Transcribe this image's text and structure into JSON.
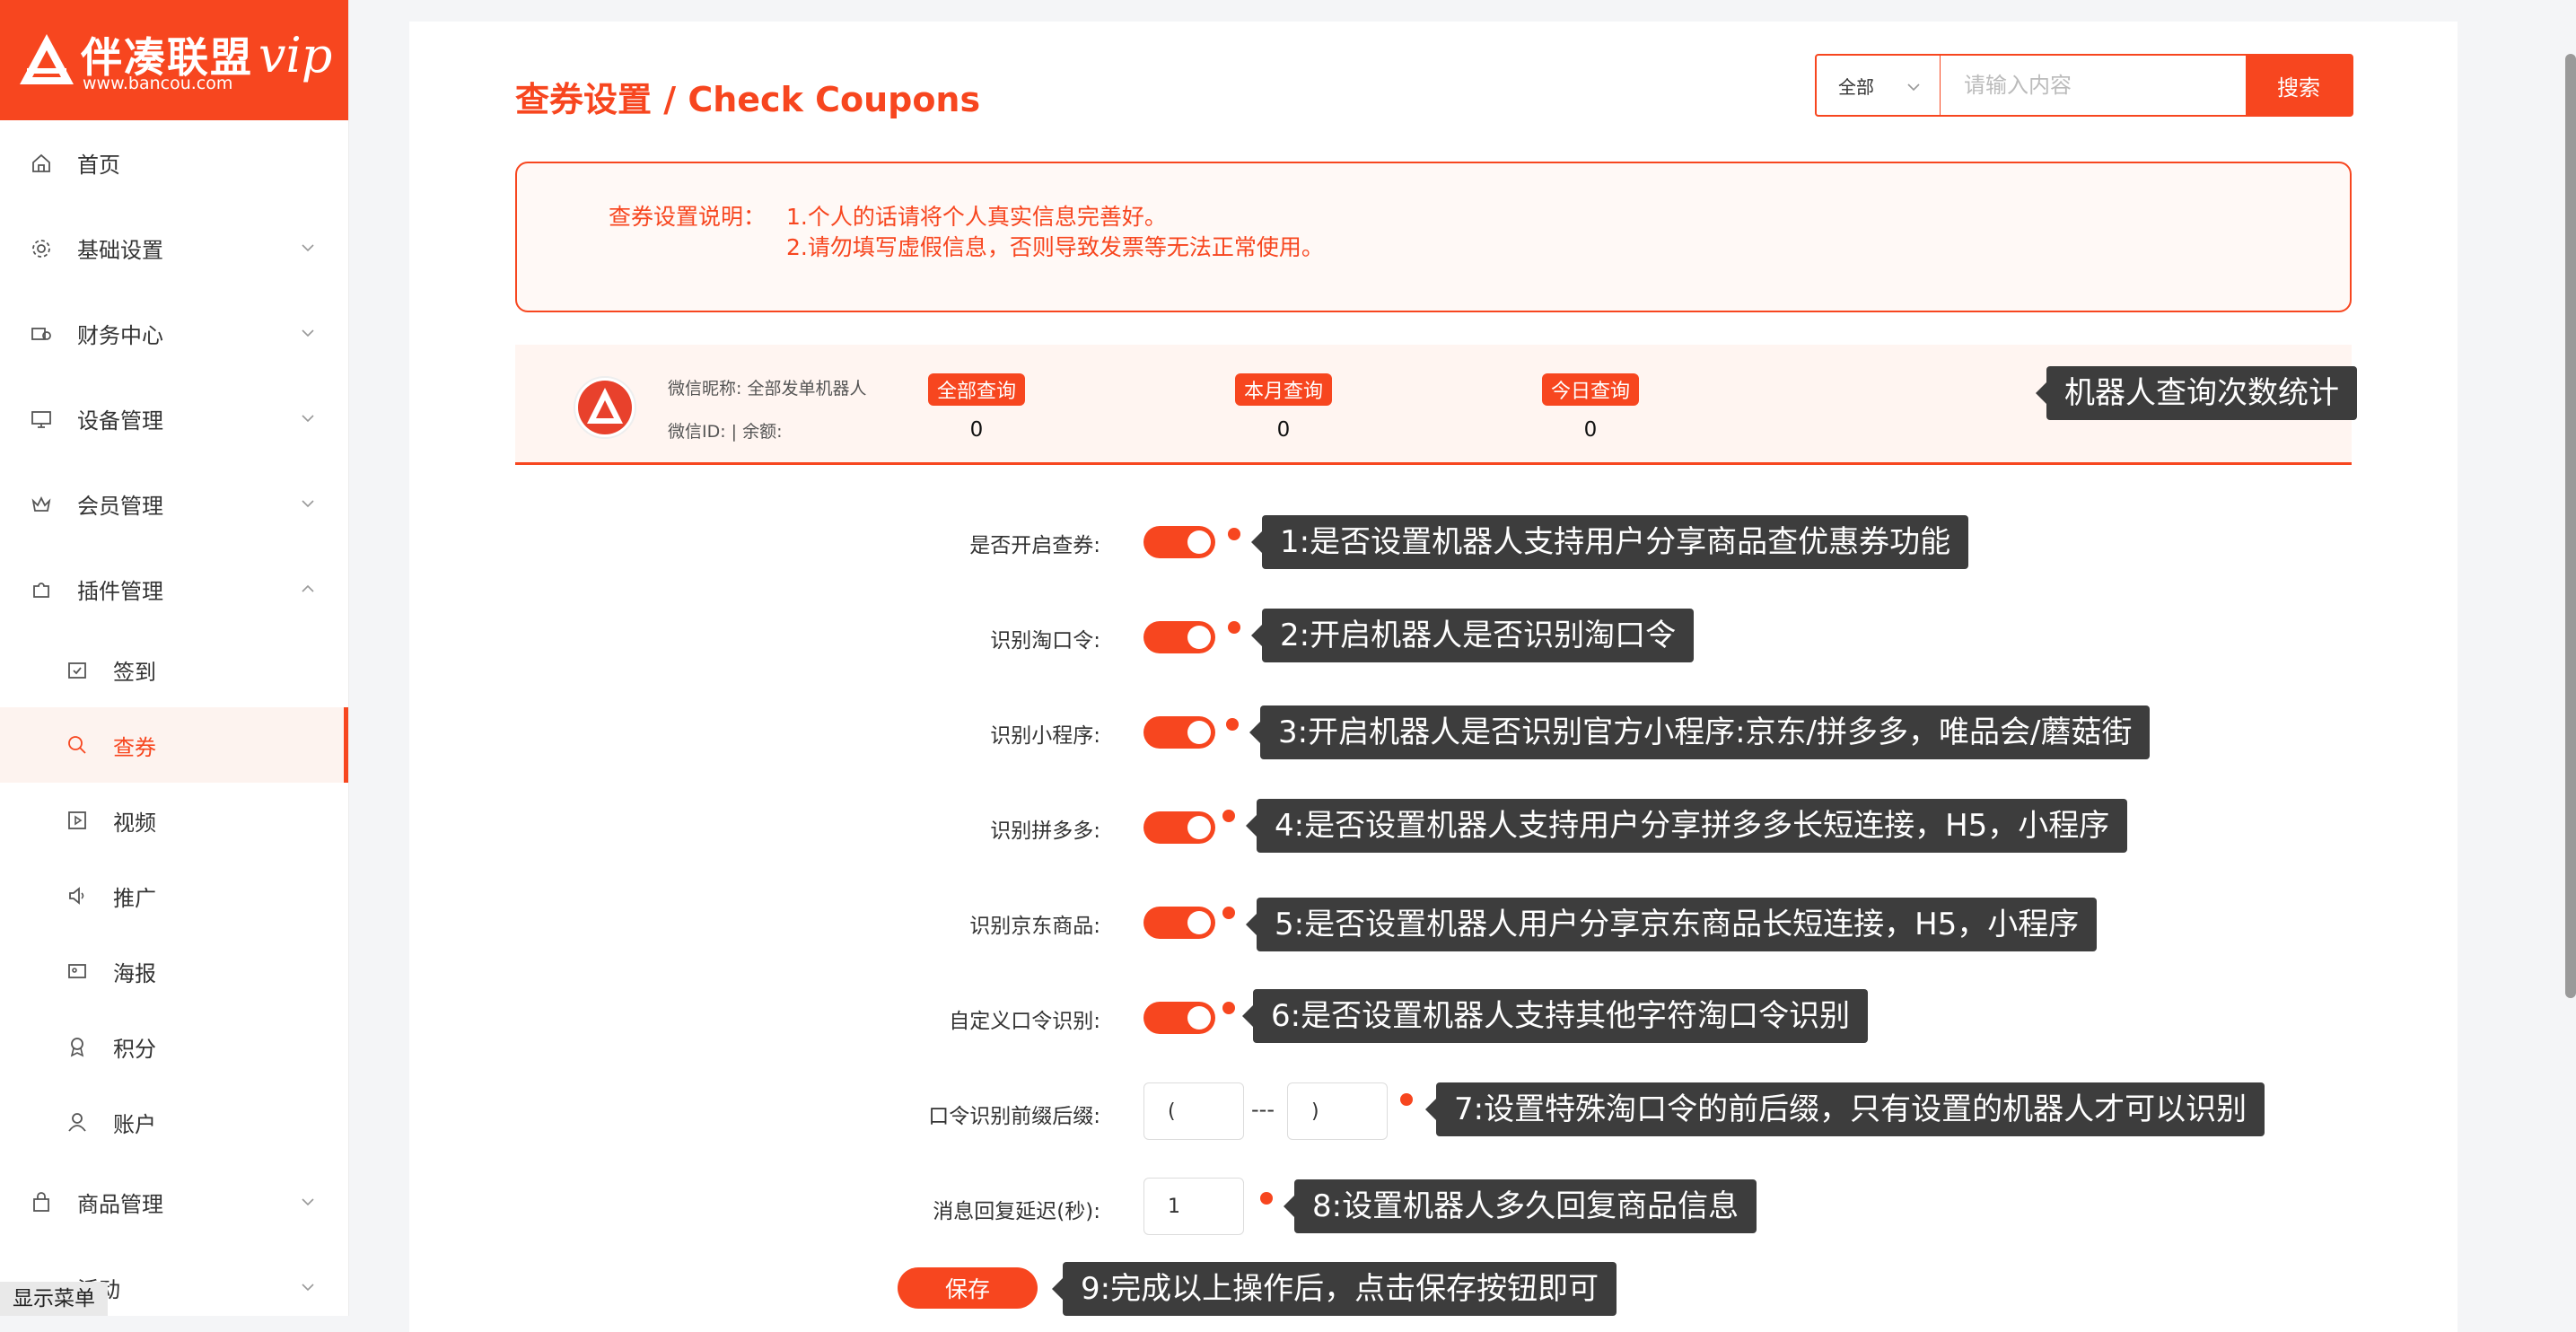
{
  "brand": {
    "name": "伴凑联盟",
    "url": "www.bancou.com",
    "badge": "vip",
    "accent": "#f7461f"
  },
  "sidebar": {
    "items": [
      {
        "label": "首页",
        "icon": "home-icon"
      },
      {
        "label": "基础设置",
        "icon": "gear-icon"
      },
      {
        "label": "财务中心",
        "icon": "coins-icon"
      },
      {
        "label": "设备管理",
        "icon": "monitor-icon"
      },
      {
        "label": "会员管理",
        "icon": "crown-icon"
      },
      {
        "label": "插件管理",
        "icon": "puzzle-icon"
      }
    ],
    "subitems": [
      {
        "label": "签到",
        "icon": "calendar-check-icon"
      },
      {
        "label": "查券",
        "icon": "search-icon"
      },
      {
        "label": "视频",
        "icon": "video-icon"
      },
      {
        "label": "推广",
        "icon": "speaker-icon"
      },
      {
        "label": "海报",
        "icon": "image-icon"
      },
      {
        "label": "积分",
        "icon": "medal-icon"
      },
      {
        "label": "账户",
        "icon": "user-icon"
      }
    ],
    "after": [
      {
        "label": "商品管理",
        "icon": "bag-icon"
      },
      {
        "label": "活动",
        "icon": "gift-icon"
      }
    ],
    "toggle_menu": "显示菜单"
  },
  "page": {
    "title": "查券设置 / Check Coupons"
  },
  "search": {
    "scope": "全部",
    "placeholder": "请输入内容",
    "button": "搜索"
  },
  "notice": {
    "label": "查券设置说明：",
    "line1": "1.个人的话请将个人真实信息完善好。",
    "line2": "2.请勿填写虚假信息，否则导致发票等无法正常使用。"
  },
  "stats": {
    "wechat_name": "微信昵称: 全部发单机器人",
    "wechat_id": "微信ID:     |  余额:",
    "cols": [
      {
        "label": "全部查询",
        "value": "0"
      },
      {
        "label": "本月查询",
        "value": "0"
      },
      {
        "label": "今日查询",
        "value": "0"
      }
    ],
    "annotation": "机器人查询次数统计"
  },
  "form": {
    "rows": [
      {
        "label": "是否开启查券:",
        "note": "1:是否设置机器人支持用户分享商品查优惠券功能"
      },
      {
        "label": "识别淘口令:",
        "note": "2:开启机器人是否识别淘口令"
      },
      {
        "label": "识别小程序:",
        "note": "3:开启机器人是否识别官方小程序:京东/拼多多，唯品会/蘑菇街"
      },
      {
        "label": "识别拼多多:",
        "note": "4:是否设置机器人支持用户分享拼多多长短连接，H5，小程序"
      },
      {
        "label": "识别京东商品:",
        "note": "5:是否设置机器人用户分享京东商品长短连接，H5，小程序"
      },
      {
        "label": "自定义口令识别:",
        "note": "6:是否设置机器人支持其他字符淘口令识别"
      }
    ],
    "affix": {
      "label": "口令识别前缀后缀:",
      "prefix": "(",
      "separator": "---",
      "suffix": ")",
      "note": "7:设置特殊淘口令的前后缀，只有设置的机器人才可以识别"
    },
    "delay": {
      "label": "消息回复延迟(秒):",
      "value": "1",
      "note": "8:设置机器人多久回复商品信息"
    },
    "save": {
      "label": "保存",
      "note": "9:完成以上操作后，点击保存按钮即可"
    }
  }
}
